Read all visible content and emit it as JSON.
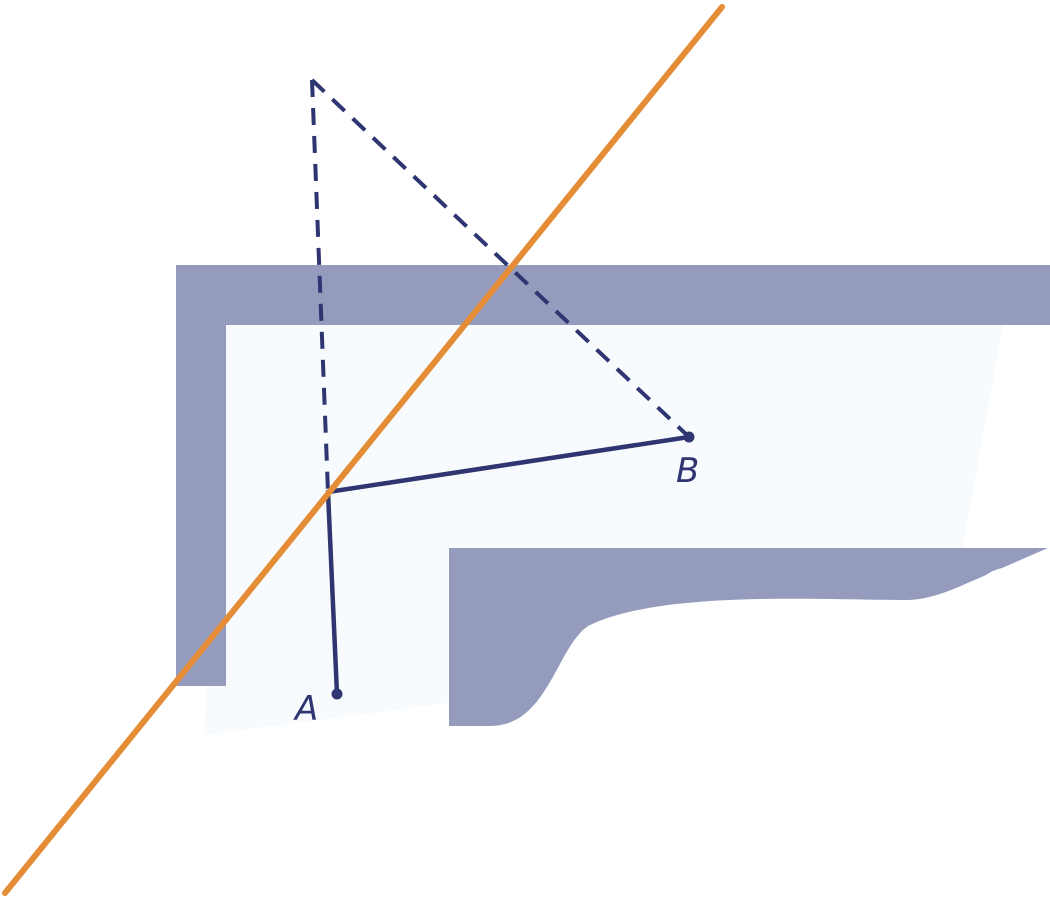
{
  "points": [
    {
      "id": "A",
      "label": "A"
    },
    {
      "id": "B",
      "label": "B"
    }
  ],
  "colors": {
    "wall": "#959bbd",
    "room": "#f7fbfe",
    "line": "#2e3570",
    "mirror": "#e48d36",
    "background": "#ffffff"
  },
  "icons": []
}
